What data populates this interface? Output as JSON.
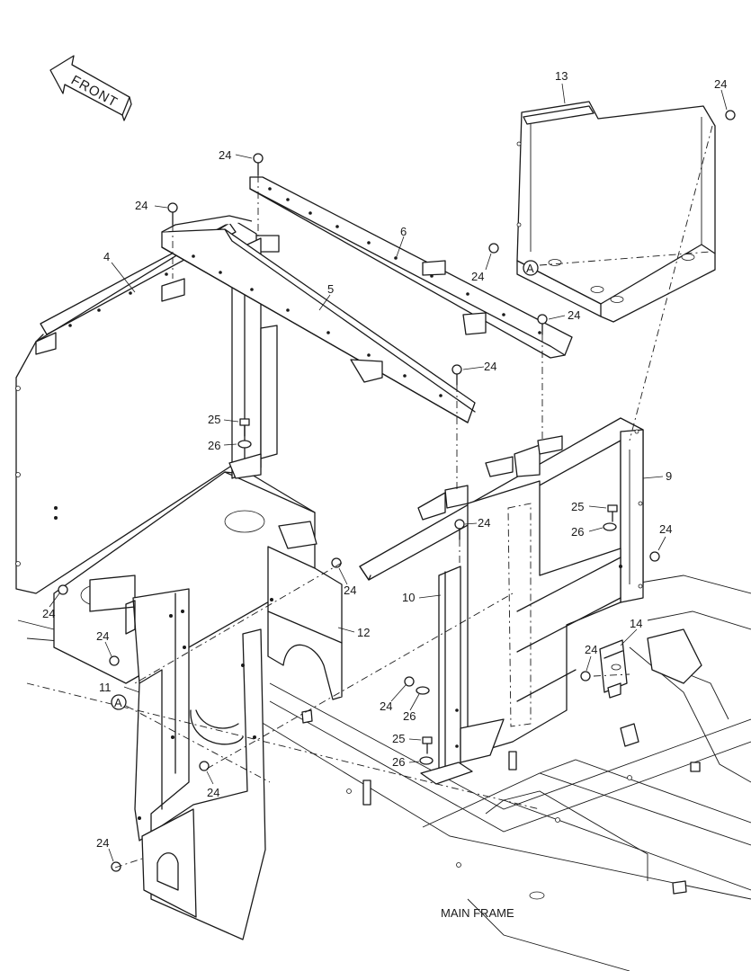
{
  "front_arrow": {
    "text": "FRONT"
  },
  "main_frame_label": "MAIN FRAME",
  "view_marker": "A",
  "callouts": [
    {
      "text": "13"
    },
    {
      "text": "24"
    },
    {
      "text": "24"
    },
    {
      "text": "24"
    },
    {
      "text": "6"
    },
    {
      "text": "4"
    },
    {
      "text": "5"
    },
    {
      "text": "24"
    },
    {
      "text": "24"
    },
    {
      "text": "24"
    },
    {
      "text": "25"
    },
    {
      "text": "26"
    },
    {
      "text": "9"
    },
    {
      "text": "25"
    },
    {
      "text": "26"
    },
    {
      "text": "24"
    },
    {
      "text": "24"
    },
    {
      "text": "24"
    },
    {
      "text": "24"
    },
    {
      "text": "10"
    },
    {
      "text": "12"
    },
    {
      "text": "14"
    },
    {
      "text": "24"
    },
    {
      "text": "24"
    },
    {
      "text": "11"
    },
    {
      "text": "24"
    },
    {
      "text": "26"
    },
    {
      "text": "25"
    },
    {
      "text": "26"
    },
    {
      "text": "24"
    },
    {
      "text": "24"
    }
  ]
}
